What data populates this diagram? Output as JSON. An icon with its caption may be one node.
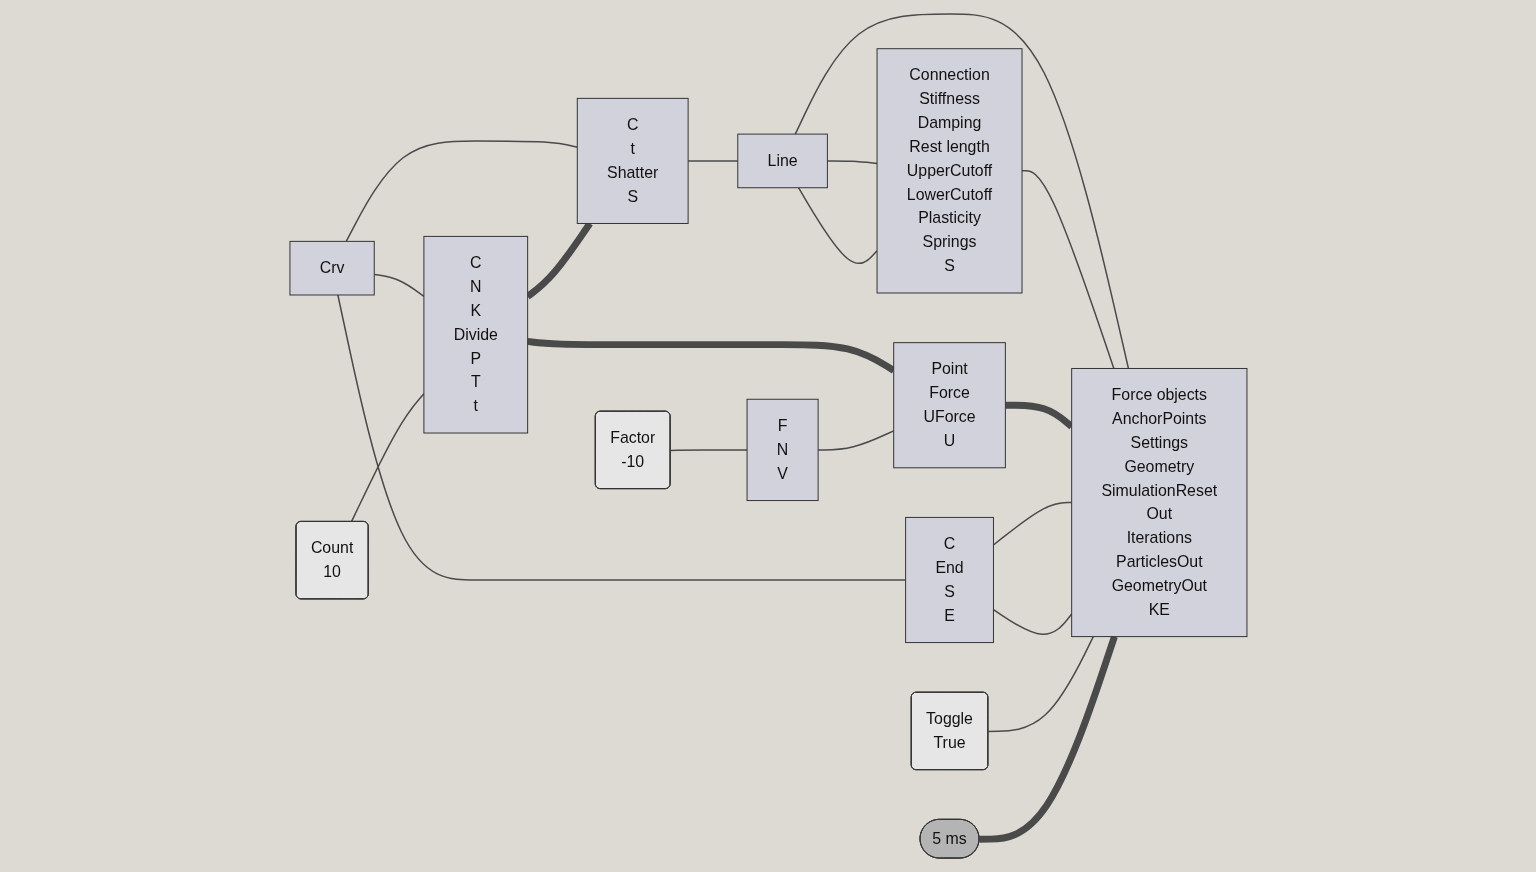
{
  "diagram": {
    "nodes": [
      {
        "text": [
          "Crv"
        ]
      },
      {
        "text": [
          "Count",
          "10"
        ]
      },
      {
        "text": [
          "C",
          "N",
          "K",
          "Divide",
          "P",
          "T",
          "t"
        ]
      },
      {
        "text": [
          "C",
          "t",
          "Shatter",
          "S"
        ]
      },
      {
        "text": [
          "Line"
        ]
      },
      {
        "text": [
          "Connection",
          "Stiffness",
          "Damping",
          "Rest length",
          "UpperCutoff",
          "LowerCutoff",
          "Plasticity",
          "Springs",
          "S"
        ]
      },
      {
        "text": [
          "Point",
          "Force",
          "UForce",
          "U"
        ]
      },
      {
        "text": [
          "Force objects",
          "AnchorPoints",
          "Settings",
          "Geometry",
          "SimulationReset",
          "Out",
          "Iterations",
          "ParticlesOut",
          "GeometryOut",
          "KE"
        ]
      },
      {
        "text": [
          "Toggle",
          "True"
        ]
      },
      {
        "text": [
          "Factor",
          "-10"
        ]
      },
      {
        "text": [
          "F",
          "N",
          "V"
        ]
      },
      {
        "text": [
          "C",
          "End",
          "S",
          "E"
        ]
      },
      {
        "text": [
          "5 ms"
        ]
      }
    ],
    "edges": [
      {
        "from": 0,
        "to": 3,
        "arrow": "none"
      },
      {
        "from": 0,
        "to": 2,
        "arrow": "none"
      },
      {
        "from": 0,
        "to": 11,
        "arrow": "none"
      },
      {
        "from": 1,
        "to": 2,
        "arrow": "none"
      },
      {
        "from": 2,
        "to": 3,
        "arrow": "none",
        "style": "thick"
      },
      {
        "from": 2,
        "to": 6,
        "arrow": "none",
        "style": "thick"
      },
      {
        "from": 3,
        "to": 4,
        "arrow": "none"
      },
      {
        "from": 4,
        "to": 5,
        "arrow": "none"
      },
      {
        "from": 4,
        "to": 5,
        "arrow": "none"
      },
      {
        "from": 4,
        "to": 7,
        "arrow": "none"
      },
      {
        "from": 5,
        "to": 7,
        "arrow": "none"
      },
      {
        "from": 6,
        "to": 7,
        "arrow": "none",
        "style": "thick"
      },
      {
        "from": 11,
        "to": 7,
        "arrow": "none"
      },
      {
        "from": 11,
        "to": 7,
        "arrow": "none"
      },
      {
        "from": 8,
        "to": 7,
        "arrow": "none"
      },
      {
        "from": 9,
        "to": 10,
        "arrow": "none"
      },
      {
        "from": 10,
        "to": 6,
        "arrow": "none"
      },
      {
        "from": 12,
        "to": 7,
        "arrow": "none",
        "style": "thick"
      }
    ]
  }
}
